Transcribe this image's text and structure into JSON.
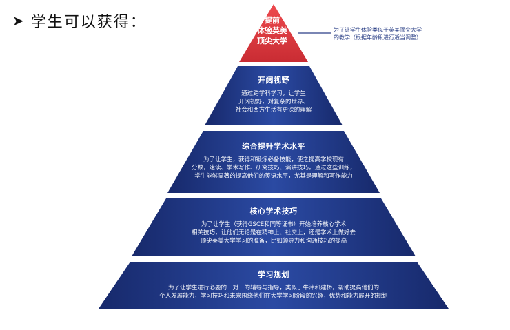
{
  "header": {
    "arrow": "➤",
    "title": "学生可以获得："
  },
  "apex": {
    "lines": [
      "提前",
      "体验英美",
      "顶尖大学"
    ],
    "callout": [
      "为了让学生体验类似于英美顶尖大学",
      "的教学（根据年龄段进行适当调整）"
    ]
  },
  "tiers": [
    {
      "title": "开阔视野",
      "lines": [
        "通过跨学科学习，让学生",
        "开阔视野，对复杂的世界、",
        "社会和西方生活有更深的理解"
      ]
    },
    {
      "title": "综合提升学术水平",
      "lines": [
        "为了让学生，获得和锻炼必备技能，使之提高学校现有",
        "分数，速读、学术写作、研究技巧、演讲技巧。通过这些训练，",
        "学生能够显著的提高他们的英语水平，尤其是理解和写作能力"
      ]
    },
    {
      "title": "核心学术技巧",
      "lines": [
        "为了让学生（获得GSCE和同等证书）开始培养核心学术",
        "相关技巧，让他们无论是在精神上、社交上，还是学术上做好去",
        "顶尖英美大学学习的准备，比如领导力和沟通技巧的提高"
      ]
    },
    {
      "title": "学习规划",
      "lines": [
        "为了让学生进行必要的一对一的辅导与指导，类似于牛津和建桥，帮助提高他们的",
        "个人发展能力，学习技巧和未来围绕他们在大学学习阶段的兴趣，优势和能力展开的规划"
      ]
    }
  ],
  "colors": {
    "apex": "#e0383d",
    "tier_dark": "#1b2f7a",
    "tier_light": "#3b5db8",
    "callout_line": "#2a3f86"
  }
}
